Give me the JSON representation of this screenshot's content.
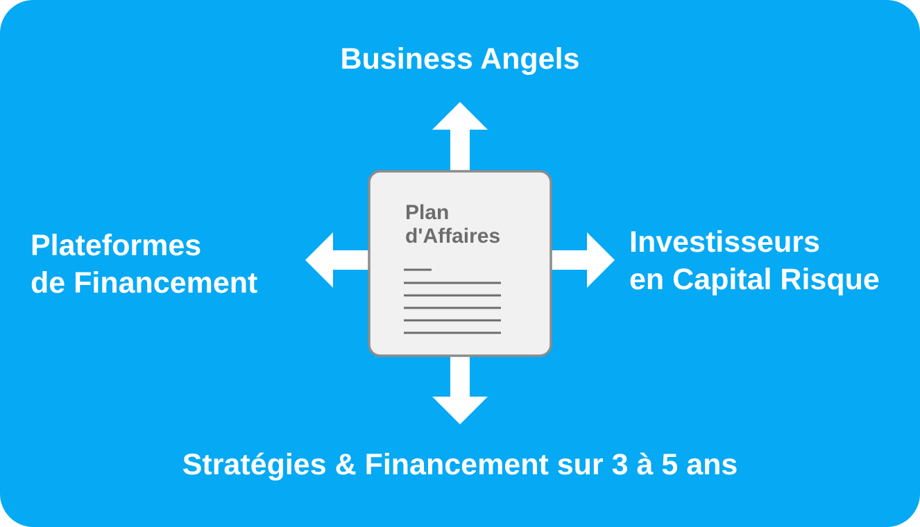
{
  "colors": {
    "background": "#05a9f4",
    "arrow": "#ffffff",
    "document_fill": "#f1f1f1",
    "document_border": "#8c8c8c",
    "document_text": "#6d6d6d"
  },
  "center": {
    "title_line1": "Plan",
    "title_line2": "d'Affaires",
    "icon": "document-icon"
  },
  "nodes": {
    "top": {
      "line1": "Business Angels"
    },
    "left": {
      "line1": "Plateformes",
      "line2": "de Financement"
    },
    "right": {
      "line1": "Investisseurs",
      "line2": "en Capital Risque"
    },
    "bottom": {
      "line1": "Stratégies & Financement sur 3 à 5 ans"
    }
  }
}
